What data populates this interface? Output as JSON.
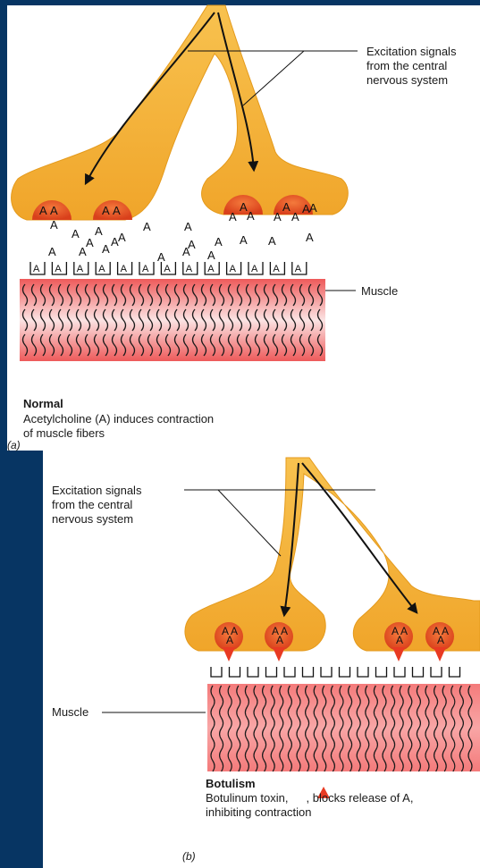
{
  "panel_a": {
    "label": "(a)",
    "callout_signals": [
      "Excitation signals",
      "from the central",
      "nervous system"
    ],
    "callout_muscle": "Muscle",
    "title": "Normal",
    "caption": [
      "Acetylcholine (A) induces contraction",
      "of muscle fibers"
    ],
    "molecule_letter": "A"
  },
  "panel_b": {
    "label": "(b)",
    "callout_signals": [
      "Excitation signals",
      "from the central",
      "nervous system"
    ],
    "callout_muscle": "Muscle",
    "title": "Botulism",
    "caption_prefix": "Botulinum toxin,",
    "caption_suffix": ", blocks release of A,",
    "caption_line2": "inhibiting contraction",
    "molecule_letter": "A"
  },
  "colors": {
    "neuron": "#f6b93b",
    "neuron_dark": "#e49a1c",
    "vesicle": "#e8572a",
    "muscle": "#f06a6a",
    "toxin": "#e83a22",
    "border": "#073563"
  }
}
